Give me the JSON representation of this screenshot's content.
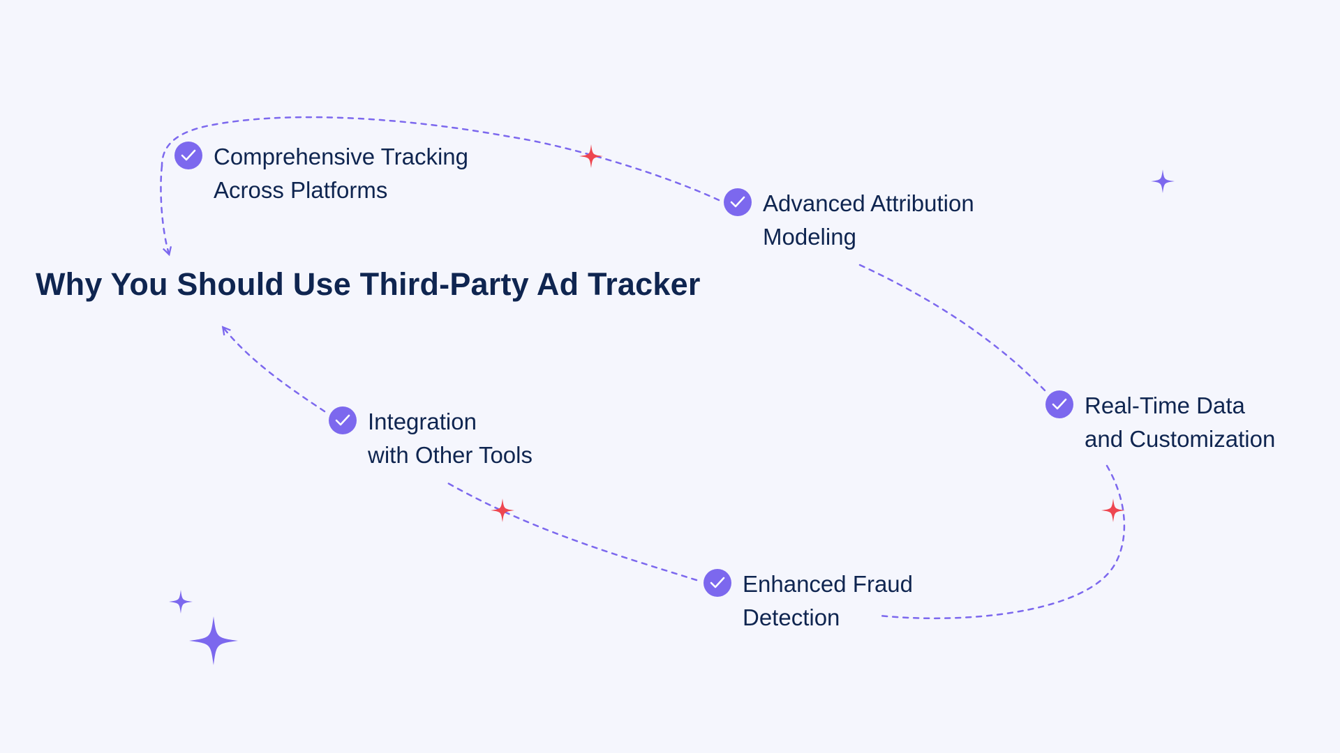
{
  "title": "Why You Should Use Third-Party Ad Tracker",
  "benefits": [
    {
      "line1": "Comprehensive Tracking",
      "line2": "Across Platforms"
    },
    {
      "line1": "Advanced Attribution",
      "line2": "Modeling"
    },
    {
      "line1": "Real-Time Data",
      "line2": "and Customization"
    },
    {
      "line1": "Enhanced Fraud",
      "line2": "Detection"
    },
    {
      "line1": "Integration",
      "line2": "with Other Tools"
    }
  ],
  "colors": {
    "background": "#f5f6fd",
    "text": "#0f2550",
    "accent": "#7c68ee",
    "sparkle_red": "#ee4650",
    "sparkle_purple": "#7c68ee"
  },
  "icons": {
    "check": "check-circle-icon",
    "sparkle": "sparkle-icon"
  }
}
